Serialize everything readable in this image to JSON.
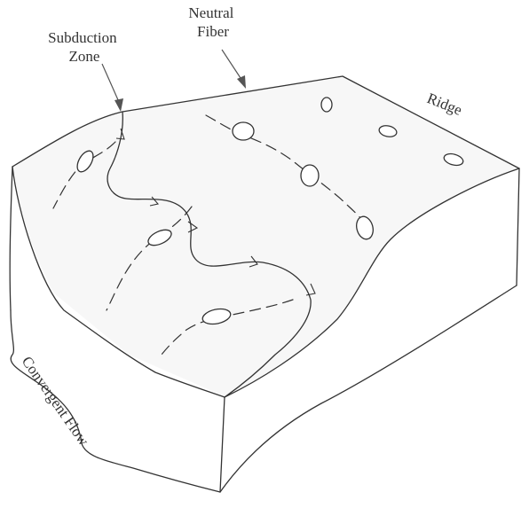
{
  "labels": {
    "subduction_zone": [
      "Subduction",
      "Zone"
    ],
    "neutral_fiber": [
      "Neutral",
      "Fiber"
    ],
    "ridge": "Ridge",
    "convergent_flow": "Convergent Flow"
  }
}
